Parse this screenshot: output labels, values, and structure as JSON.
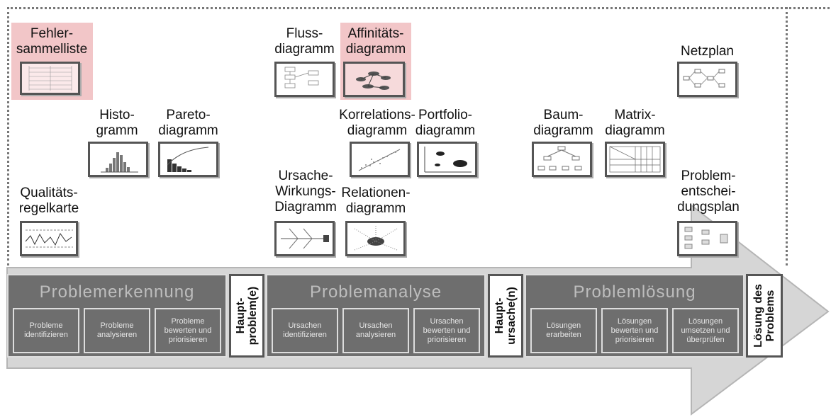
{
  "tools": {
    "fehlersammelliste": "Fehler-\nsammelliste",
    "histogramm": "Histo-\ngramm",
    "paretodiagramm": "Pareto-\ndiagramm",
    "qualitaetsregelkarte": "Qualitäts-\nregelkarte",
    "flussdiagramm": "Fluss-\ndiagramm",
    "affinitaetsdiagramm": "Affinitäts-\ndiagramm",
    "korrelationsdiagramm": "Korrelations-\ndiagramm",
    "portfoliodiagramm": "Portfolio-\ndiagramm",
    "ursache_wirkungs_diagramm": "Ursache-\nWirkungs-\nDiagramm",
    "relationendiagramm": "Relationen-\ndiagramm",
    "baumdiagramm": "Baum-\ndiagramm",
    "matrixdiagramm": "Matrix-\ndiagramm",
    "netzplan": "Netzplan",
    "problementscheidungsplan": "Problem-\nentschei-\ndungsplan"
  },
  "highlight_color": "#f2c6c8",
  "phases": [
    {
      "title": "Problemerkennung",
      "steps": [
        "Probleme\nidentifizieren",
        "Probleme\nanalysieren",
        "Probleme\nbewerten und\npriorisieren"
      ]
    },
    {
      "title": "Problemanalyse",
      "steps": [
        "Ursachen\nidentifizieren",
        "Ursachen\nanalysieren",
        "Ursachen\nbewerten und\npriorisieren"
      ]
    },
    {
      "title": "Problemlösung",
      "steps": [
        "Lösungen\nerarbeiten",
        "Lösungen\nbewerten und\npriorisieren",
        "Lösungen\numsetzen und\nüberprüfen"
      ]
    }
  ],
  "milestones": [
    "Haupt-\nproblem(e)",
    "Haupt-\nursache(n)",
    "Lösung des\nProblems"
  ]
}
